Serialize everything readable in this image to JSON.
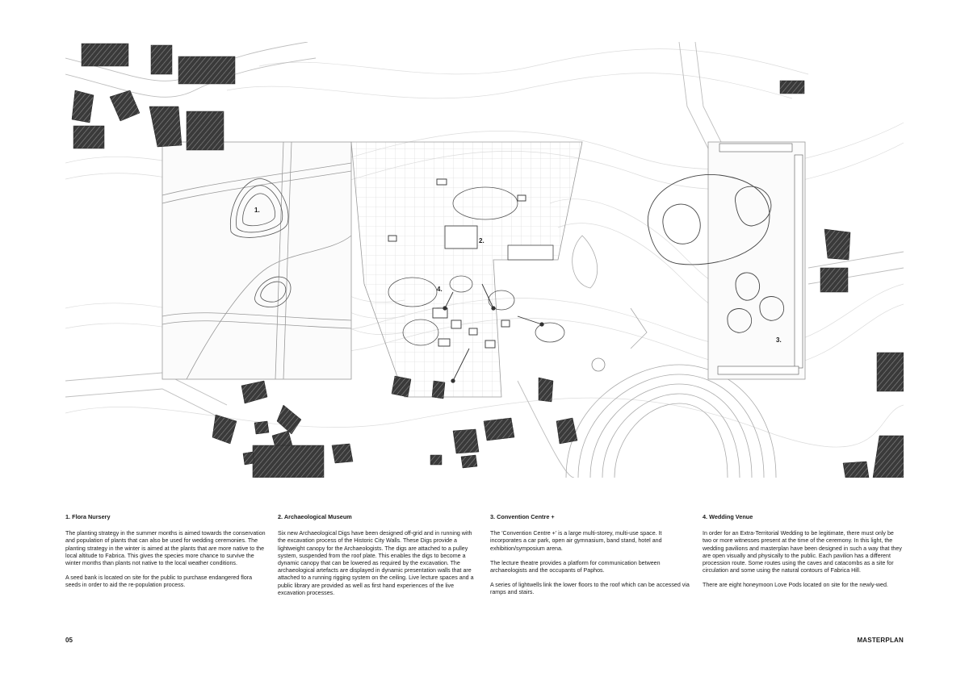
{
  "plan": {
    "labels": [
      "1.",
      "2.",
      "3.",
      "4."
    ]
  },
  "sections": [
    {
      "title": "1. Flora Nursery",
      "paragraphs": [
        "The planting strategy in the summer months is aimed towards the conservation and population of plants that can also be used for wedding ceremonies. The planting strategy in the winter is aimed at the plants that are more native to the local altitude to Fabrica. This gives the species more chance to survive the winter months than plants not native to the local weather conditions.",
        "A seed bank is located on site for the public to purchase endangered flora seeds in order to aid the re-population process."
      ]
    },
    {
      "title": "2. Archaeological Museum",
      "paragraphs": [
        "Six new Archaeological Digs have been designed off-grid and in running with the excavation process of the Historic City Walls. These Digs provide a lightweight canopy for the Archaeologists. The digs are attached to a pulley system, suspended from the roof plate. This enables the digs to become a dynamic canopy that can be lowered as required by the excavation. The archaeological artefacts are displayed in dynamic presentation walls that are attached to a running rigging system on the ceiling. Live lecture spaces and a public library are provided as well as first hand experiences of the live excavation processes."
      ]
    },
    {
      "title": "3. Convention Centre +",
      "paragraphs": [
        "The 'Convention Centre +' is a large multi-storey, multi-use space. It incorporates a car park, open air gymnasium, band stand, hotel and exhibition/symposium arena.",
        "The lecture theatre provides a platform for communication between archaeologists and the occupants of Paphos.",
        "A series of lightwells link the lower floors to the roof which can be accessed via ramps and stairs."
      ]
    },
    {
      "title": "4. Wedding Venue",
      "paragraphs": [
        "In order for an Extra-Territorial Wedding to be legitimate, there must only be two or more witnesses present at the time of the ceremony. In this light, the wedding pavilions and masterplan have been designed in such a way that they are open visually and physically to the public. Each pavilion has a different procession route. Some routes using the caves and catacombs as a site for circulation and some using the natural contours of Fabrica Hill.",
        "There are eight honeymoon Love Pods located on site for the newly-wed."
      ]
    }
  ],
  "footer": {
    "page_number": "05",
    "page_title": "MASTERPLAN"
  }
}
